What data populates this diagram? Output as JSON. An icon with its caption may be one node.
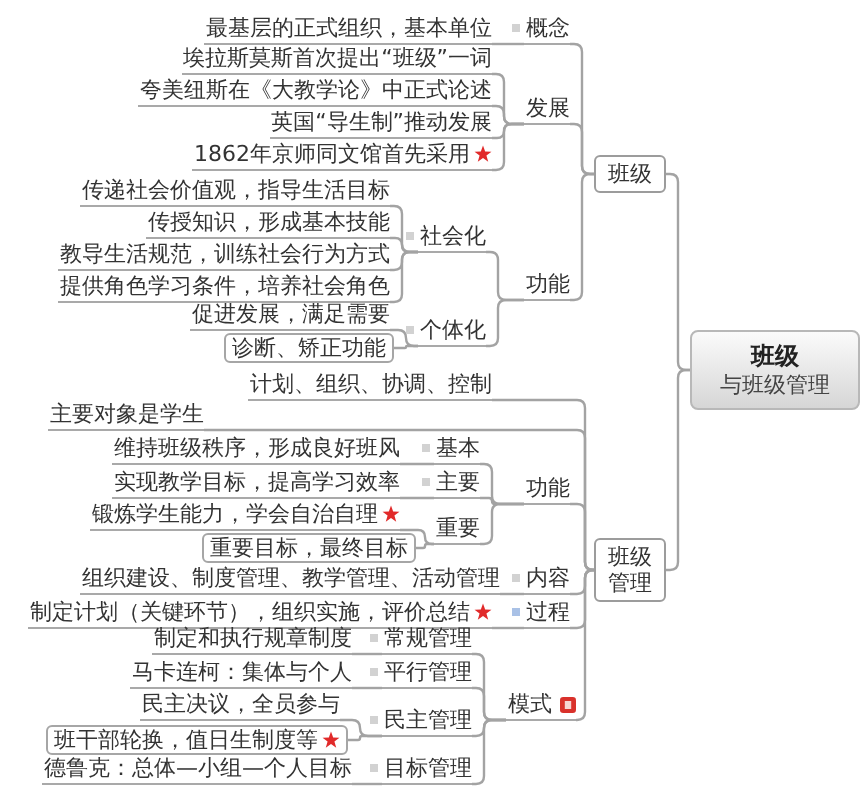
{
  "diagram": {
    "nodes": [
      {
        "text": [
          "班级",
          "与班级管理"
        ]
      },
      {
        "text": [
          "班级"
        ]
      },
      {
        "text": [
          "概念"
        ]
      },
      {
        "text": [
          "最基层的正式组织，基本单位"
        ]
      },
      {
        "text": [
          "发展"
        ]
      },
      {
        "text": [
          "埃拉斯莫斯首次提出“班级”一词"
        ]
      },
      {
        "text": [
          "夸美纽斯在《大教学论》中正式论述"
        ]
      },
      {
        "text": [
          "英国“导生制”推动发展"
        ]
      },
      {
        "text": [
          "1862年京师同文馆首先采用"
        ]
      },
      {
        "text": [
          "功能"
        ]
      },
      {
        "text": [
          "社会化"
        ]
      },
      {
        "text": [
          "传递社会价值观，指导生活目标"
        ]
      },
      {
        "text": [
          "传授知识，形成基本技能"
        ]
      },
      {
        "text": [
          "教导生活规范，训练社会行为方式"
        ]
      },
      {
        "text": [
          "提供角色学习条件，培养社会角色"
        ]
      },
      {
        "text": [
          "个体化"
        ]
      },
      {
        "text": [
          "促进发展，满足需要"
        ]
      },
      {
        "text": [
          "诊断、矫正功能"
        ]
      },
      {
        "text": [
          "班级管理"
        ]
      },
      {
        "text": [
          "计划、组织、协调、控制"
        ]
      },
      {
        "text": [
          "主要对象是学生"
        ]
      },
      {
        "text": [
          "功能"
        ]
      },
      {
        "text": [
          "基本"
        ]
      },
      {
        "text": [
          "维持班级秩序，形成良好班风"
        ]
      },
      {
        "text": [
          "主要"
        ]
      },
      {
        "text": [
          "实现教学目标，提高学习效率"
        ]
      },
      {
        "text": [
          "重要"
        ]
      },
      {
        "text": [
          "锻炼学生能力，学会自治自理"
        ]
      },
      {
        "text": [
          "重要目标，最终目标"
        ]
      },
      {
        "text": [
          "内容"
        ]
      },
      {
        "text": [
          "组织建设、制度管理、教学管理、活动管理"
        ]
      },
      {
        "text": [
          "过程"
        ]
      },
      {
        "text": [
          "制定计划（关键环节），组织实施，评价总结"
        ]
      },
      {
        "text": [
          "模式"
        ]
      },
      {
        "text": [
          "常规管理"
        ]
      },
      {
        "text": [
          "制定和执行规章制度"
        ]
      },
      {
        "text": [
          "平行管理"
        ]
      },
      {
        "text": [
          "马卡连柯：集体与个人"
        ]
      },
      {
        "text": [
          "民主管理"
        ]
      },
      {
        "text": [
          "民主决议，全员参与"
        ]
      },
      {
        "text": [
          "班干部轮换，值日生制度等"
        ]
      },
      {
        "text": [
          "目标管理"
        ]
      },
      {
        "text": [
          "德鲁克：总体—小组—个人目标"
        ]
      }
    ],
    "edges": [
      {
        "from": 0,
        "to": 1,
        "arrow": "none"
      },
      {
        "from": 0,
        "to": 18,
        "arrow": "none"
      },
      {
        "from": 1,
        "to": 2,
        "arrow": "none"
      },
      {
        "from": 1,
        "to": 4,
        "arrow": "none"
      },
      {
        "from": 1,
        "to": 9,
        "arrow": "none"
      },
      {
        "from": 2,
        "to": 3,
        "arrow": "none"
      },
      {
        "from": 4,
        "to": 5,
        "arrow": "none"
      },
      {
        "from": 4,
        "to": 6,
        "arrow": "none"
      },
      {
        "from": 4,
        "to": 7,
        "arrow": "none"
      },
      {
        "from": 4,
        "to": 8,
        "arrow": "none"
      },
      {
        "from": 9,
        "to": 10,
        "arrow": "none"
      },
      {
        "from": 9,
        "to": 15,
        "arrow": "none"
      },
      {
        "from": 10,
        "to": 11,
        "arrow": "none"
      },
      {
        "from": 10,
        "to": 12,
        "arrow": "none"
      },
      {
        "from": 10,
        "to": 13,
        "arrow": "none"
      },
      {
        "from": 10,
        "to": 14,
        "arrow": "none"
      },
      {
        "from": 15,
        "to": 16,
        "arrow": "none"
      },
      {
        "from": 15,
        "to": 17,
        "arrow": "none"
      },
      {
        "from": 18,
        "to": 19,
        "arrow": "none"
      },
      {
        "from": 18,
        "to": 20,
        "arrow": "none"
      },
      {
        "from": 18,
        "to": 21,
        "arrow": "none"
      },
      {
        "from": 18,
        "to": 29,
        "arrow": "none"
      },
      {
        "from": 18,
        "to": 31,
        "arrow": "none"
      },
      {
        "from": 18,
        "to": 33,
        "arrow": "none"
      },
      {
        "from": 21,
        "to": 22,
        "arrow": "none"
      },
      {
        "from": 21,
        "to": 24,
        "arrow": "none"
      },
      {
        "from": 21,
        "to": 26,
        "arrow": "none"
      },
      {
        "from": 22,
        "to": 23,
        "arrow": "none"
      },
      {
        "from": 24,
        "to": 25,
        "arrow": "none"
      },
      {
        "from": 26,
        "to": 27,
        "arrow": "none"
      },
      {
        "from": 26,
        "to": 28,
        "arrow": "none"
      },
      {
        "from": 29,
        "to": 30,
        "arrow": "none"
      },
      {
        "from": 31,
        "to": 32,
        "arrow": "none"
      },
      {
        "from": 33,
        "to": 34,
        "arrow": "none"
      },
      {
        "from": 33,
        "to": 36,
        "arrow": "none"
      },
      {
        "from": 33,
        "to": 38,
        "arrow": "none"
      },
      {
        "from": 33,
        "to": 41,
        "arrow": "none"
      },
      {
        "from": 34,
        "to": 35,
        "arrow": "none"
      },
      {
        "from": 36,
        "to": 37,
        "arrow": "none"
      },
      {
        "from": 38,
        "to": 39,
        "arrow": "none"
      },
      {
        "from": 38,
        "to": 40,
        "arrow": "none"
      },
      {
        "from": 41,
        "to": 42,
        "arrow": "none"
      }
    ]
  }
}
